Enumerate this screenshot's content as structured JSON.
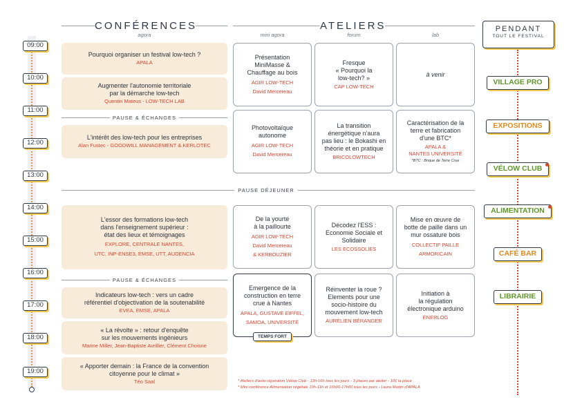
{
  "headers": {
    "conferences": "CONFÉRENCES",
    "conferences_sub": "agora",
    "ateliers": "ATELIERS",
    "ateliers_subs": [
      "mini agora",
      "forum",
      "lab"
    ]
  },
  "timeline": [
    "09:00",
    "10:00",
    "11:00",
    "12:00",
    "13:00",
    "14:00",
    "15:00",
    "16:00",
    "17:00",
    "18:00",
    "19:00"
  ],
  "separators": {
    "pause1": "PAUSE & ÉCHANGES",
    "pause_dejeuner": "PAUSE DÉJEUNER",
    "pause2": "PAUSE & ÉCHANGES"
  },
  "conferences": [
    {
      "title": "Pourquoi organiser un festival low-tech ?",
      "speaker": "APALA"
    },
    {
      "title": "Augmenter l'autonomie territoriale\npar la démarche low-tech",
      "speaker": "Quentin Mateus - LOW-TECH LAB"
    },
    {
      "title": "L'intérêt des low-tech pour les entreprises",
      "speaker": "Alan Fustec - GOODWILL MANAGEMENT & KERLOTEC"
    },
    {
      "title": "L'essor des formations low-tech\ndans l'enseignement supérieur :\nétat des lieux et témoignages",
      "speaker": "EXPLORE, CENTRALE NANTES,\nUTC, INP-ENSE3, EMSE, UTT, AUDENCIA"
    },
    {
      "title": "Indicateurs low-tech : vers un cadre\nréférentiel d'objectivation de la soutenabilité",
      "speaker": "EVEA, EMSE, APALA"
    },
    {
      "title": "« La révolte » : retour d'enquête\nsur les mouvements ingénieurs",
      "speaker": "Marine Miller, Jean-Baptiste Avrillier, Clément Choisne"
    },
    {
      "title": "« Apporter demain : la France de la convention\ncitoyenne pour le climat »",
      "speaker": "Téo Saal"
    }
  ],
  "workshops": [
    {
      "title": "Présentation\nMiniMasse &\nChauffage au bois",
      "org": "AGIR LOW-TECH\nDavid Mercereau"
    },
    {
      "title": "Fresque\n« Pourquoi la\nlow-tech? »",
      "org": "CAP LOW-TECH"
    },
    {
      "title": "à venir",
      "org": ""
    },
    {
      "title": "Photovoltaïque\nautonome",
      "org": "AGIR LOW-TECH\nDavid Mercereau"
    },
    {
      "title": "La transition\nénergétique n'aura\npas lieu : le Bokashi en\nthéorie et en pratique",
      "org": "BRICOLOWTECH"
    },
    {
      "title": "Caractérisation de la\nterre et fabrication\nd'une BTC*",
      "org": "APALA &\nNANTES UNIVERSITÉ",
      "note": "*BTC : Brique de Terre Crue"
    },
    {
      "title": "De la yourte\nà la paillourte",
      "org": "AGIR LOW-TECH\nDavid Mercereau\n& KERBOUZIER"
    },
    {
      "title": "Décodez l'ESS :\nEconomie Sociale et\nSolidaire",
      "org": "LES ECOSSOLIES"
    },
    {
      "title": "Mise en œuvre de\nbotte de paille dans un\nmur ossature bois",
      "org": "COLLECTIF PAILLE\nARMORICAIN"
    },
    {
      "title": "Emergence de la\nconstruction en terre\ncrue à Nantes",
      "org": "APALA, GUSTAVE EIFFEL,\nSAMOA, UNIVERSITÉ"
    },
    {
      "title": "Réinventer la roue ?\nElements pour une\nsocio-histoire du\nmouvement low-tech",
      "org": "AURÉLIEN BÉRANGER"
    },
    {
      "title": "Initiation à\nla régulation\nélectronique arduino",
      "org": "ENERLOG"
    }
  ],
  "badge": "TEMPS FORT",
  "sidebar": {
    "title": "PENDANT",
    "subtitle": "TOUT LE FESTIVAL",
    "items": [
      "VILLAGE PRO",
      "EXPOSITIONS",
      "VÉLOW CLUB",
      "ALIMENTATION",
      "CAFÉ BAR",
      "LIBRAIRIE"
    ]
  },
  "footnotes": [
    "* Ateliers d'auto-réparation Vélow Club - 13h-16h tous les jours - 3 places par atelier - 10€ la place",
    "* Mini conférence Alimentation végétale 10h-11h et 16h00-17h00 tous les jours - Laura Martin d'APALA"
  ],
  "colors": {
    "accent_red": "#d9442e",
    "accent_green": "#5f9728",
    "accent_orange": "#e08a1e",
    "conf_bg": "#f9ebd9",
    "shadow_yellow": "#f2c94c"
  }
}
